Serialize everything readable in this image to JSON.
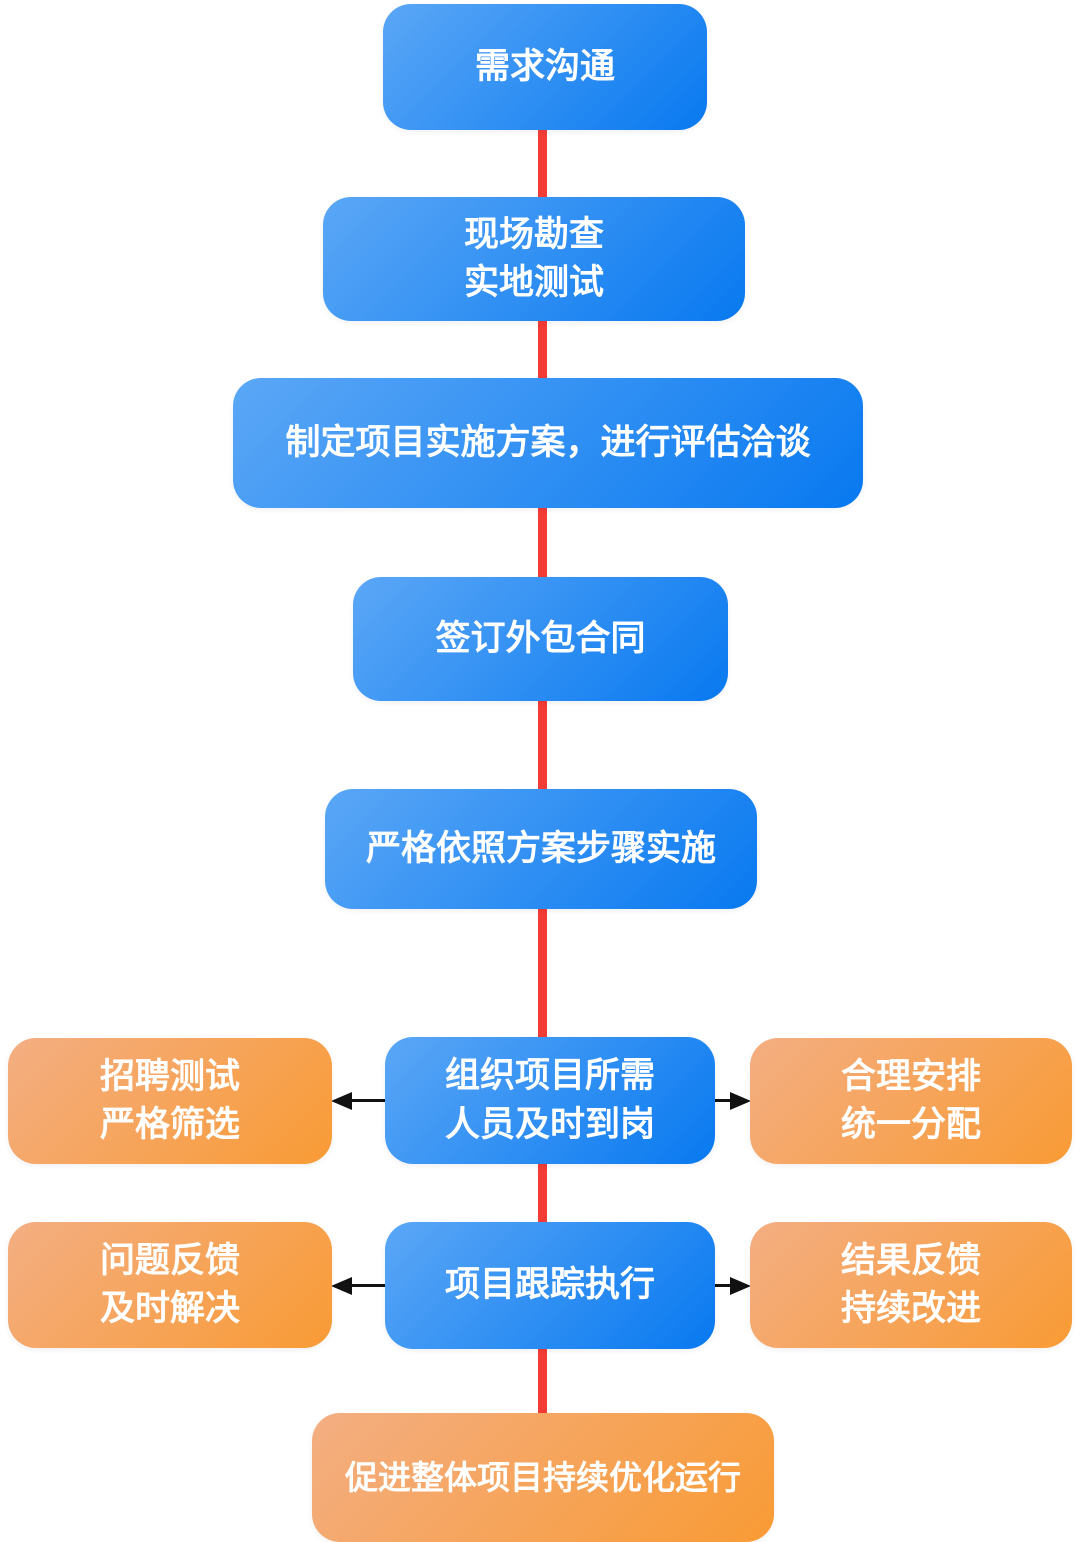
{
  "palette": {
    "blue_light": "#5ba7f6",
    "blue_dark": "#0879f0",
    "orange_light": "#f3ae82",
    "orange_dark": "#f99b35",
    "connector_red": "#f43c36",
    "arrow_black": "#111111",
    "text_white": "#ffffff"
  },
  "nodes": {
    "step1": {
      "label": "需求沟通"
    },
    "step2": {
      "label": "现场勘查\n实地测试"
    },
    "step3": {
      "label": "制定项目实施方案，进行评估洽谈"
    },
    "step4": {
      "label": "签订外包合同"
    },
    "step5": {
      "label": "严格依照方案步骤实施"
    },
    "step6_left": {
      "label": "招聘测试\n严格筛选"
    },
    "step6_center": {
      "label": "组织项目所需\n人员及时到岗"
    },
    "step6_right": {
      "label": "合理安排\n统一分配"
    },
    "step7_left": {
      "label": "问题反馈\n及时解决"
    },
    "step7_center": {
      "label": "项目跟踪执行"
    },
    "step7_right": {
      "label": "结果反馈\n持续改进"
    },
    "step8": {
      "label": "促进整体项目持续优化运行"
    }
  }
}
